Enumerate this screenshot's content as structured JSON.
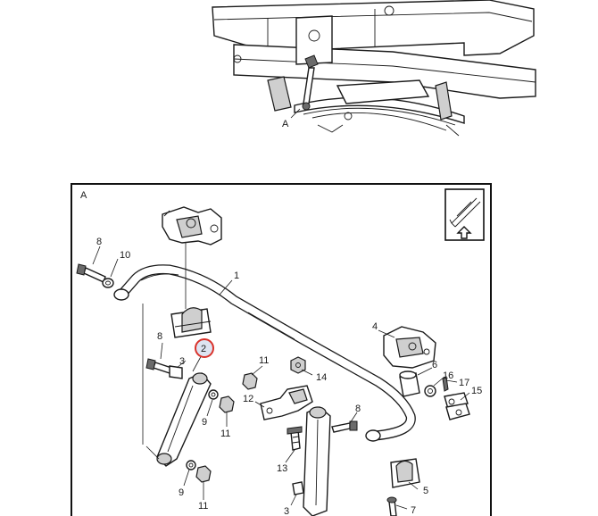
{
  "overview": {
    "view_label": "A"
  },
  "detail": {
    "view_label": "A",
    "highlight_color": "#d9322b",
    "callouts": {
      "c1": "1",
      "c2": "2",
      "c3a": "3",
      "c3b": "3",
      "c4": "4",
      "c5": "5",
      "c6": "6",
      "c7": "7",
      "c8a": "8",
      "c8b": "8",
      "c8c": "8",
      "c9a": "9",
      "c9b": "9",
      "c10": "10",
      "c11a": "11",
      "c11b": "11",
      "c11c": "11",
      "c12": "12",
      "c13": "13",
      "c14": "14",
      "c15": "15",
      "c16": "16",
      "c17": "17"
    }
  },
  "orientation_icon": {
    "icon": "front-direction-arrow-icon"
  }
}
